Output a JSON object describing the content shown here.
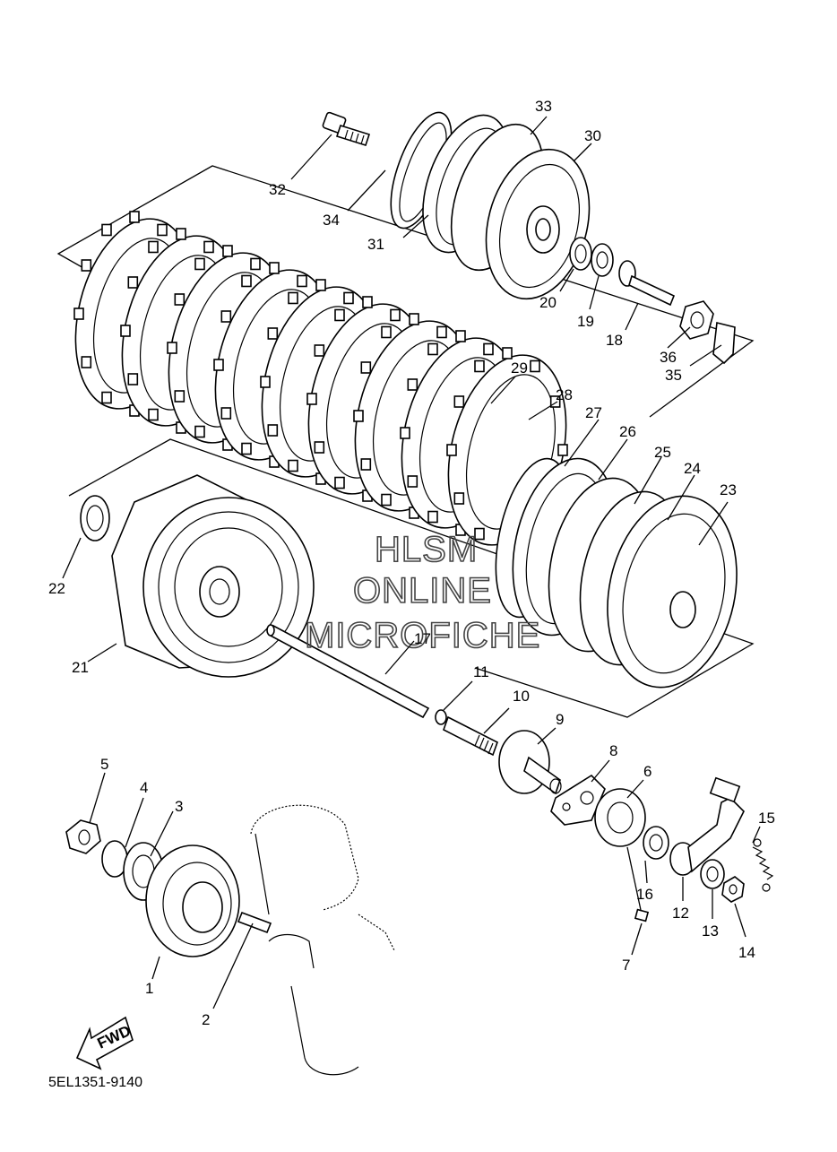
{
  "diagram": {
    "part_code": "5EL1351-9140",
    "fwd_label": "FWD",
    "watermark": [
      "HLSM",
      "ONLINE",
      "MICROFICHE"
    ],
    "callouts": [
      "1",
      "2",
      "3",
      "4",
      "5",
      "6",
      "7",
      "8",
      "9",
      "10",
      "11",
      "12",
      "13",
      "14",
      "15",
      "16",
      "17",
      "18",
      "19",
      "20",
      "21",
      "22",
      "23",
      "24",
      "25",
      "26",
      "27",
      "28",
      "29",
      "30",
      "31",
      "32",
      "33",
      "34",
      "35",
      "36"
    ]
  }
}
